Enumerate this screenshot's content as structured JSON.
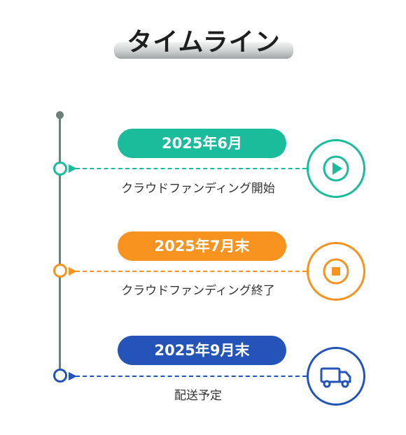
{
  "title": "タイムライン",
  "milestones": [
    {
      "date": "2025年6月",
      "description": "クラウドファンディング開始",
      "color": "#1abc9c",
      "icon": "play-icon"
    },
    {
      "date": "2025年7月末",
      "description": "クラウドファンディング終了",
      "color": "#f7931e",
      "icon": "stop-icon"
    },
    {
      "date": "2025年9月末",
      "description": "配送予定",
      "color": "#2554b8",
      "icon": "delivery-truck-icon"
    }
  ],
  "spine_color": "#6b7f7b"
}
